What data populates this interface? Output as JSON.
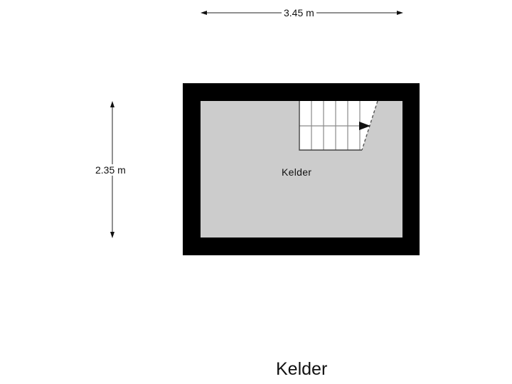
{
  "dimensions": {
    "width_label": "3.45 m",
    "height_label": "2.35 m"
  },
  "rooms": [
    {
      "name": "Kelder"
    }
  ],
  "floor": {
    "title": "Kelder"
  },
  "colors": {
    "wall": "#000000",
    "floor_fill": "#cccccc",
    "stair_fill": "#ffffff",
    "stair_lines": "#8a8a8a",
    "background": "#ffffff"
  }
}
